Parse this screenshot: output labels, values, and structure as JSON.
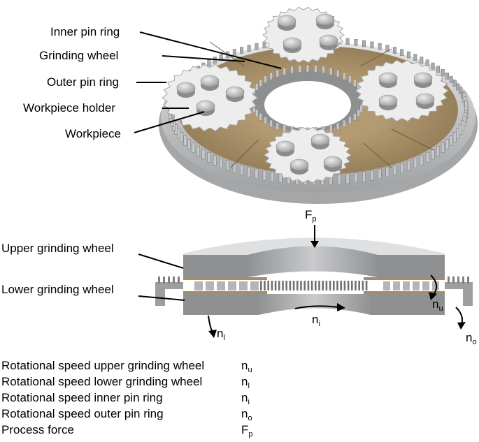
{
  "top_labels": {
    "inner_pin_ring": "Inner pin ring",
    "grinding_wheel": "Grinding wheel",
    "outer_pin_ring": "Outer pin ring",
    "workpiece_holder": "Workpiece holder",
    "workpiece": "Workpiece"
  },
  "side_labels": {
    "upper_grinding_wheel": "Upper grinding wheel",
    "lower_grinding_wheel": "Lower grinding wheel"
  },
  "symbols": {
    "fp": {
      "base": "F",
      "sub": "p"
    },
    "nu": {
      "base": "n",
      "sub": "u"
    },
    "nl": {
      "base": "n",
      "sub": "l"
    },
    "ni": {
      "base": "n",
      "sub": "i"
    },
    "no": {
      "base": "n",
      "sub": "o"
    }
  },
  "legend": [
    {
      "text": "Rotational speed upper grinding wheel",
      "base": "n",
      "sub": "u"
    },
    {
      "text": "Rotational speed lower grinding wheel",
      "base": "n",
      "sub": "l"
    },
    {
      "text": "Rotational speed inner pin ring",
      "base": "n",
      "sub": "i"
    },
    {
      "text": "Rotational speed outer pin ring",
      "base": "n",
      "sub": "o"
    },
    {
      "text": "Process force",
      "base": "F",
      "sub": "p"
    }
  ],
  "colors": {
    "metal": "#b9babc",
    "metal_dark": "#8e9092",
    "abrasive": "#a68d66",
    "holder": "#ececec",
    "workpiece": "#c4c4c6"
  }
}
